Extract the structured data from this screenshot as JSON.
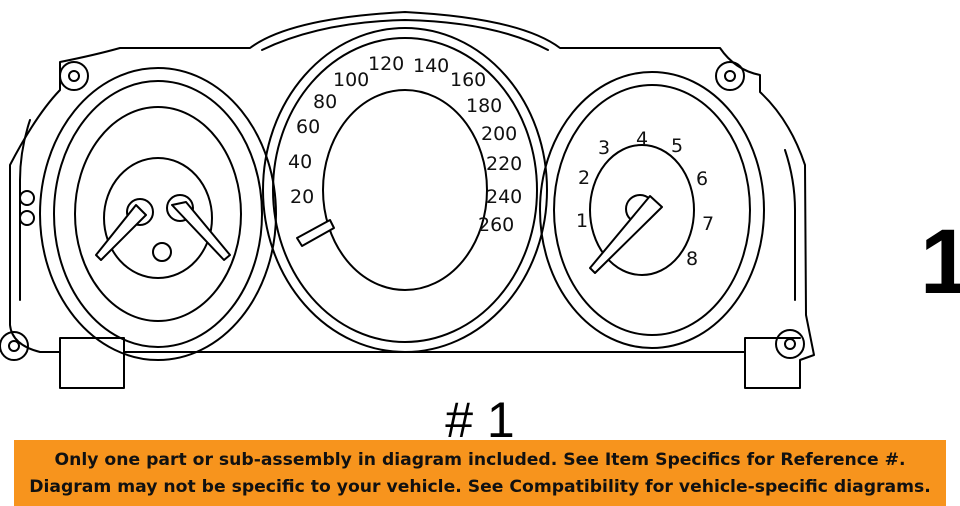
{
  "diagram": {
    "speedometer_ticks": [
      "20",
      "40",
      "60",
      "80",
      "100",
      "120",
      "140",
      "160",
      "180",
      "200",
      "220",
      "240",
      "260"
    ],
    "tachometer_ticks": [
      "1",
      "2",
      "3",
      "4",
      "5",
      "6",
      "7",
      "8"
    ],
    "callout_label": "1",
    "part_number_label": "# 1"
  },
  "banner": {
    "background_color": "#F7941D",
    "line1": "Only one part or sub-assembly in diagram included. See Item Specifics for Reference #.",
    "line2": "Diagram may not be specific to your vehicle. See Compatibility for vehicle-specific diagrams."
  }
}
